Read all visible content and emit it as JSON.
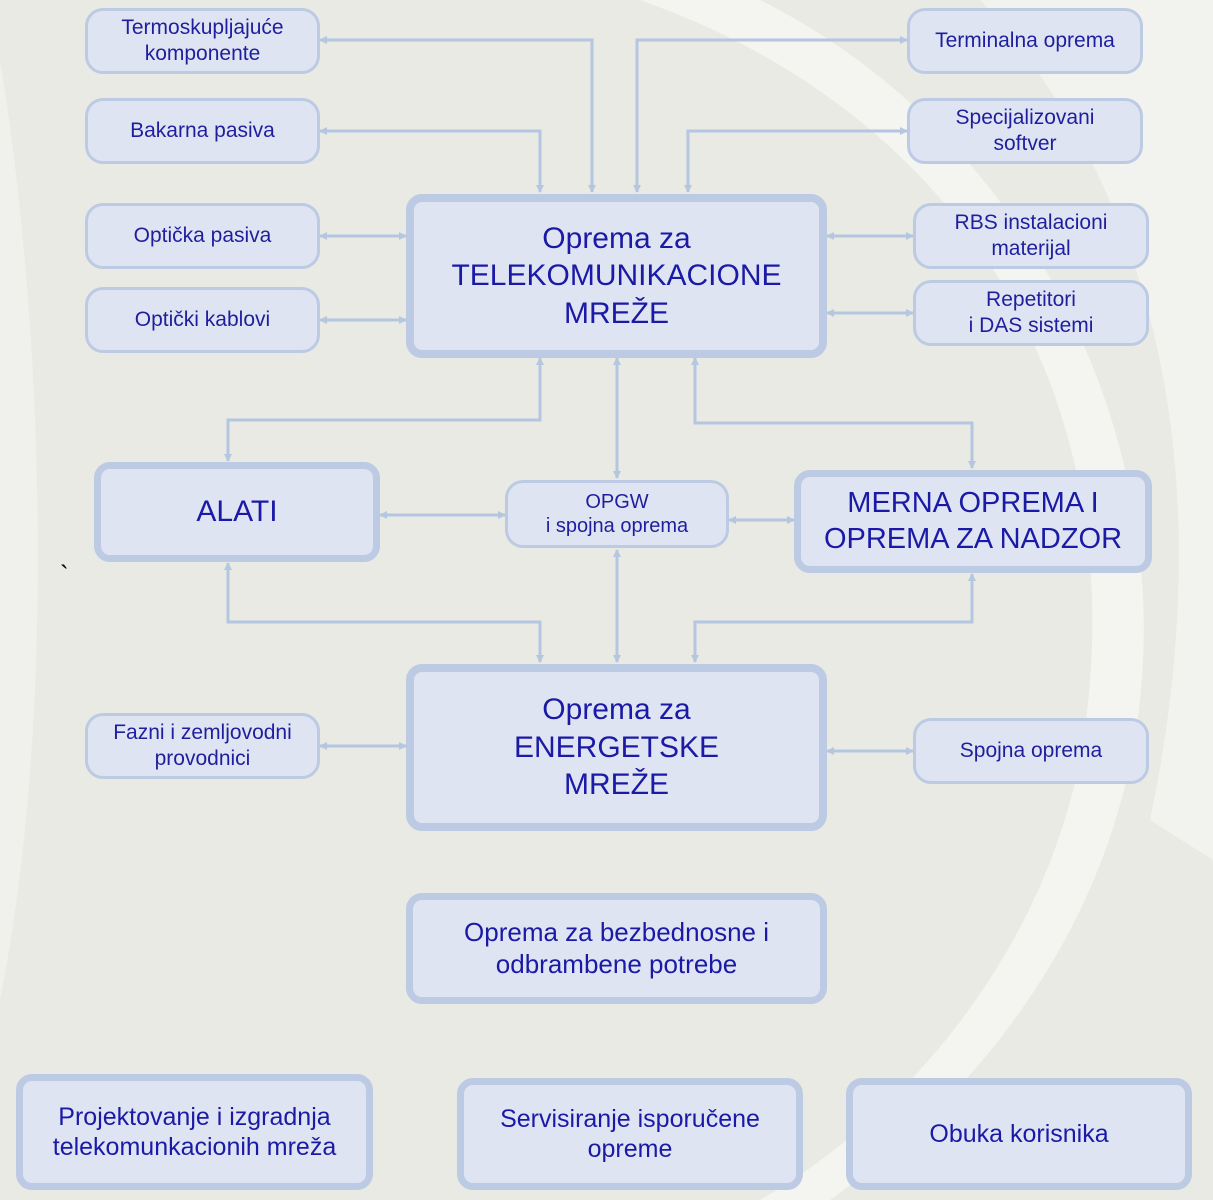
{
  "colors": {
    "box_fill": "#dfe4f2",
    "box_border": "#bccbe3",
    "text": "#1a1aa6",
    "arrow": "#b5c6e0",
    "background": "#e9eae4"
  },
  "boxes": {
    "termoskupljajuce": "Termoskupljajuće\nkomponente",
    "bakarna": "Bakarna pasiva",
    "opticka_pasiva": "Optička pasiva",
    "opticki_kablovi": "Optički kablovi",
    "terminalna": "Terminalna oprema",
    "softver": "Specijalizovani\nsoftver",
    "rbs": "RBS instalacioni\nmaterijal",
    "repetitori": "Repetitori\ni DAS sistemi",
    "telekom": "Oprema za\nTELEKOMUNIKACIONE\nMREŽE",
    "alati": "ALATI",
    "opgw": "OPGW\ni spojna oprema",
    "merna": "MERNA OPREMA  I\nOPREMA ZA NADZOR",
    "energetske": "Oprema za\nENERGETSKE\nMREŽE",
    "fazni": "Fazni i zemljovodni\nprovodnici",
    "spojna": "Spojna oprema",
    "bezbednost": "Oprema za bezbednosne i\nodbrambene potrebe",
    "projektovanje": "Projektovanje i izgradnja\ntelekomunkacionih mreža",
    "servisiranje": "Servisiranje isporučene\nopreme",
    "obuka": "Obuka korisnika"
  },
  "mark": "`"
}
